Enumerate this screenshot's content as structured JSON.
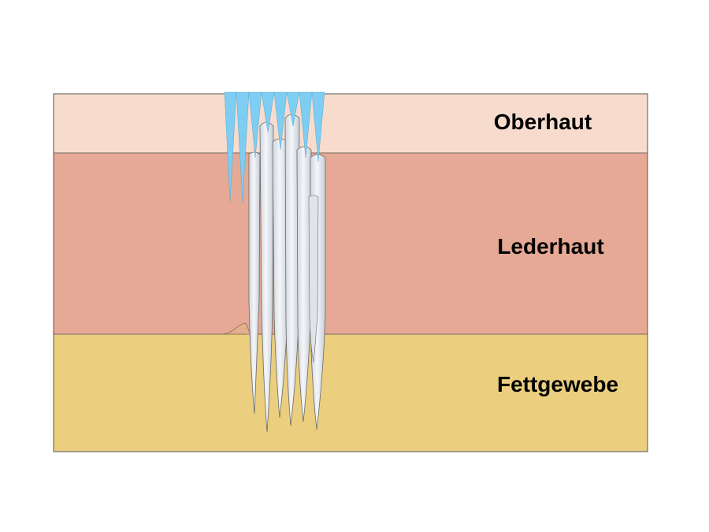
{
  "layers": [
    {
      "key": "epidermis",
      "label": "Oberhaut",
      "color": "#f7dccd"
    },
    {
      "key": "dermis",
      "label": "Lederhaut",
      "color": "#e6a995"
    },
    {
      "key": "subcutis",
      "label": "Fettgewebe",
      "color": "#ebce7e"
    }
  ],
  "colors": {
    "border": "#555555",
    "needle_tip": "#7ecdf2",
    "needle_body_light": "#f4f6f9",
    "needle_body_dark": "#cfd6de",
    "needle_outline": "#6a6a6a"
  }
}
